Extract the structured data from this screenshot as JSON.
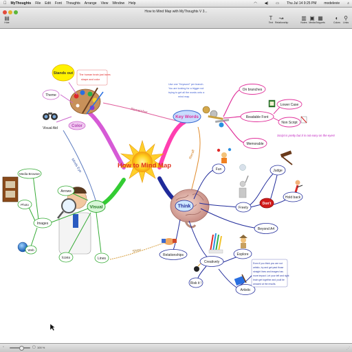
{
  "menubar": {
    "apple": "",
    "app": "MyThoughts",
    "items": [
      "File",
      "Edit",
      "Font",
      "Thoughts",
      "Arrange",
      "View",
      "Window",
      "Help"
    ],
    "clock": "Thu Jul 14  9:25 PM",
    "user": "modelevie"
  },
  "window": {
    "title": "How to Mind Map with MyThoughts V 3...",
    "left_tool": "Hide",
    "tools": [
      "Text",
      "Relationship",
      "Notes",
      "Media",
      "Snippets",
      "Colors",
      "Links"
    ]
  },
  "map": {
    "central": "How to Mind Map",
    "branches": {
      "color": "Color",
      "keywords": "Key Words",
      "think": "Think",
      "visual": "Visual"
    },
    "links": {
      "remember": "Remember",
      "recall": "Recall",
      "minds_eye": "Minds Eye",
      "show": "Show"
    },
    "color_children": {
      "stands_out": "Stands out",
      "note": [
        "The human brain just loves",
        "shape and color"
      ],
      "theme": "Theme",
      "visual_aid": "Visual Aid"
    },
    "keywords_children": {
      "note": [
        "Use one \"Keyword\" per branch.",
        "You are looking for a trigger not",
        "trying to get all the words onto a",
        "mind map."
      ],
      "on_branches": "On branches",
      "readable_font": "Readable Font",
      "lower_case": "Lower Case",
      "non_script": "Non Script",
      "memorable": "Memorable",
      "script_note": "Script is pretty but it is not easy on the eyes!"
    },
    "think_children": {
      "fun": "Fun",
      "freely": "Freely",
      "judge": "Judge",
      "dont": "Don't",
      "hold_back": "Hold back",
      "beyond_a4": "Beyond A4",
      "relationships": "Relationships",
      "creatively": "Creatively",
      "explore": "Explore",
      "risk_it": "Risk it !",
      "artistic": "Artistic",
      "note": [
        "Even if you think you are not",
        "artistic, try and get past those",
        "straight lines and images has",
        "more impact. Let your left and right",
        "brain get together and youll be",
        "amazed at the results."
      ]
    },
    "visual_children": {
      "arrows": "Arrows",
      "images": "Images",
      "media_browser": "Media Browser",
      "photo": "Photo",
      "web": "Web",
      "icons": "Icons",
      "lines": "Lines"
    }
  },
  "status": {
    "zoom": "100 %"
  },
  "colors": {
    "color_branch": "#cc66cc",
    "keywords_branch": "#3399ff",
    "think_branch": "#1f2a9a",
    "visual_branch": "#66cc33",
    "central_text": "#e0301e",
    "node_border": "#2f3f9f",
    "pink": "#e0309a",
    "dont_fill": "#d11a1a",
    "stands_out_fill": "#fff200"
  }
}
